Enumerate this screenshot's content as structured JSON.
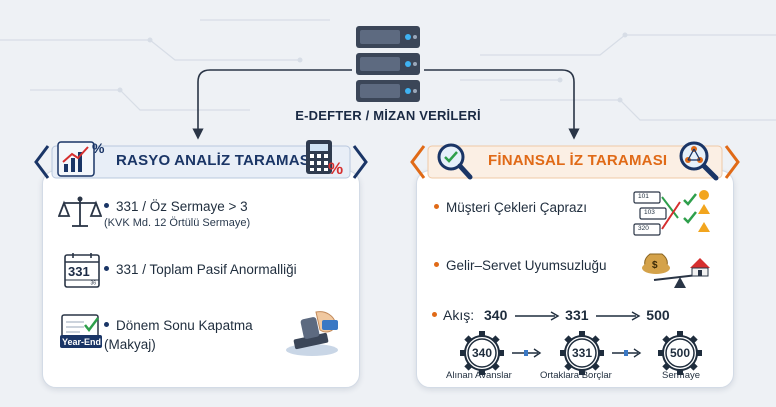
{
  "header": {
    "title": "E-DEFTER / MİZAN VERİLERİ",
    "server_icon": "server-stack-icon"
  },
  "left_panel": {
    "title": "RASYO ANALİZ TARAMASI",
    "icons": [
      "chart-percent-icon",
      "calculator-percent-icon"
    ],
    "items": [
      {
        "icon": "scales-icon",
        "text": "331 / Öz Sermaye > 3",
        "sub": "(KVK Md. 12 Örtülü Sermaye)"
      },
      {
        "icon": "ledger-331-icon",
        "badge": "331",
        "text": "331 / Toplam Pasif Anormalliği"
      },
      {
        "icon": "year-end-calendar-icon",
        "badge": "Year-End",
        "text": "Dönem Sonu Kapatma",
        "text2": "(Makyaj)"
      },
      {
        "icon": "stamp-hand-icon"
      }
    ]
  },
  "right_panel": {
    "title": "FİNANSAL İZ TARAMASI",
    "icons": [
      "magnifier-check-icon",
      "magnifier-network-icon"
    ],
    "items": [
      {
        "icon": "cheque-checklist-icon",
        "text": "Müşteri Çekleri Çaprazı",
        "codes": [
          "101",
          "103",
          "320"
        ]
      },
      {
        "icon": "money-house-balance-icon",
        "text": "Gelir–Servet Uyumsuzluğu"
      }
    ],
    "flow": {
      "label": "Akış:",
      "steps": [
        "340",
        "331",
        "500"
      ],
      "captions": [
        "Alınan Avanslar",
        "Ortaklara Borçlar",
        "Sermaye"
      ]
    }
  },
  "colors": {
    "navy": "#1a3566",
    "orange": "#e06a17",
    "panel_bg": "#ffffff",
    "page_bg": "#eef1f5"
  }
}
